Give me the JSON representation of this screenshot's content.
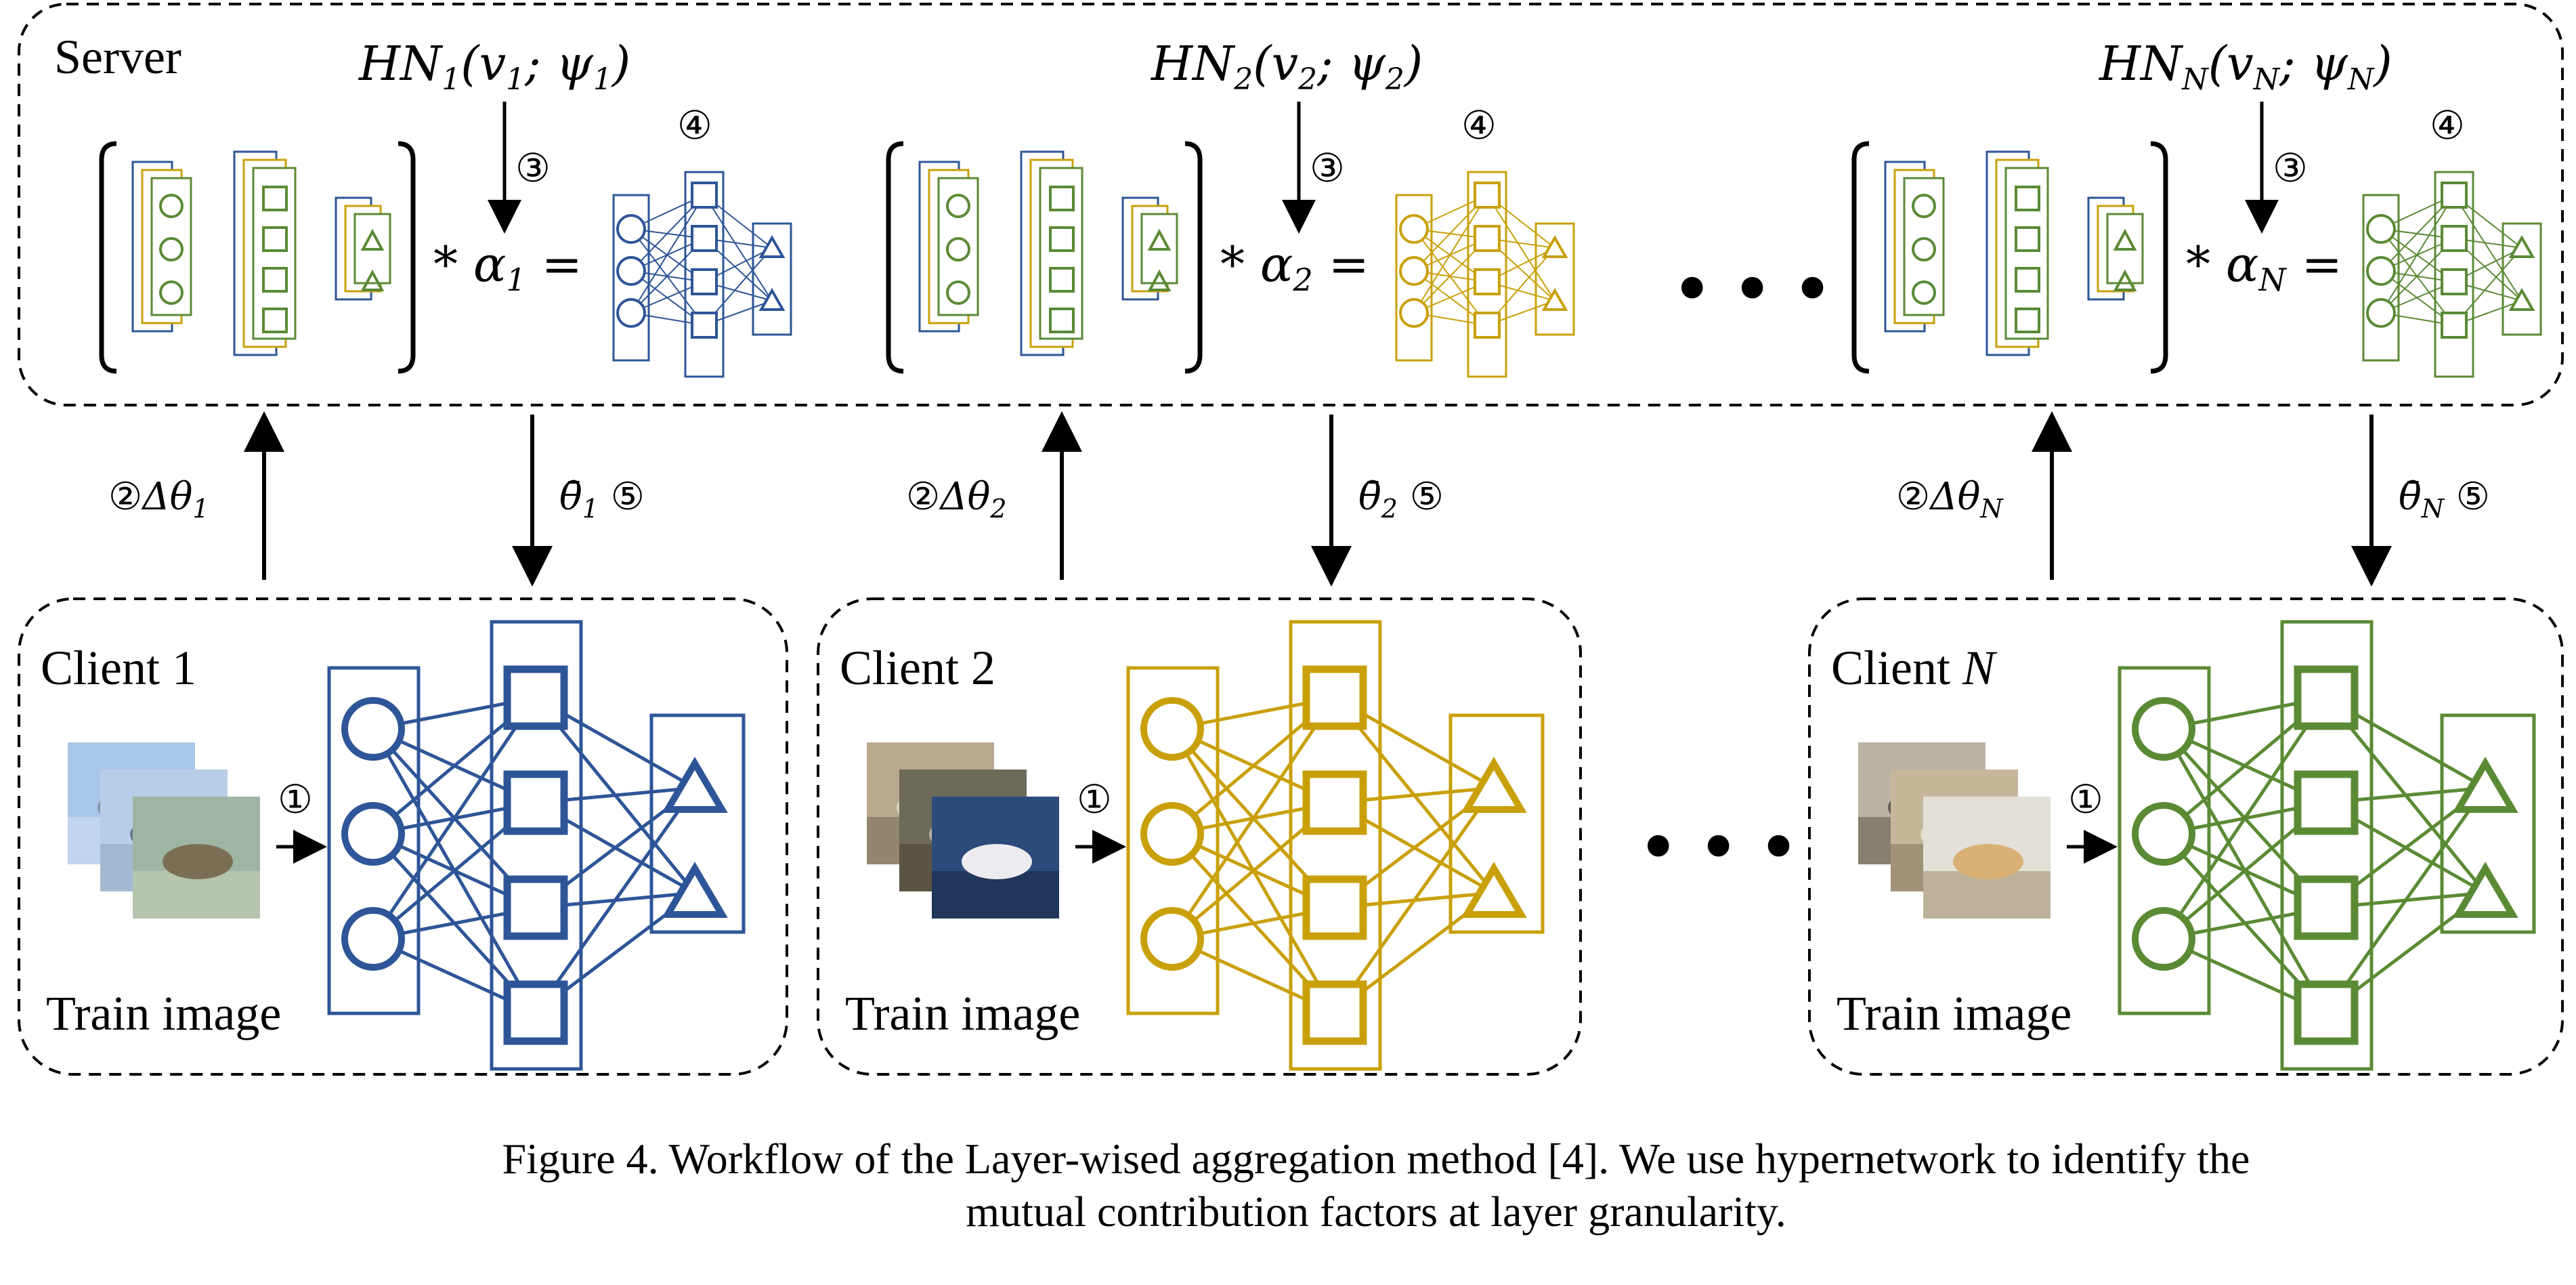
{
  "server": {
    "label": "Server"
  },
  "hypernetworks": [
    {
      "label": "HN",
      "sub": "1",
      "args": "(v",
      "arg_sub": "1",
      "psi": "; ψ",
      "psi_sub": "1",
      "close": ")",
      "alpha": "α",
      "alpha_sub": "1"
    },
    {
      "label": "HN",
      "sub": "2",
      "args": "(v",
      "arg_sub": "2",
      "psi": "; ψ",
      "psi_sub": "2",
      "close": ")",
      "alpha": "α",
      "alpha_sub": "2"
    },
    {
      "label": "HN",
      "sub": "N",
      "args": "(v",
      "arg_sub": "N",
      "psi": "; ψ",
      "psi_sub": "N",
      "close": ")",
      "alpha": "α",
      "alpha_sub": "N"
    }
  ],
  "operators": {
    "times": "*",
    "equals": "="
  },
  "steps": {
    "s1": "①",
    "s2": "②",
    "s3": "③",
    "s4": "④",
    "s5": "⑤"
  },
  "uploads": [
    {
      "delta": "Δθ",
      "sub": "1",
      "theta_bar": "θ̄",
      "bar_sub": "1"
    },
    {
      "delta": "Δθ",
      "sub": "2",
      "theta_bar": "θ̄",
      "bar_sub": "2"
    },
    {
      "delta": "Δθ",
      "sub": "N",
      "theta_bar": "θ̄",
      "bar_sub": "N"
    }
  ],
  "clients": [
    {
      "label": "Client 1",
      "image_label": "Train image",
      "color": "#2e5597"
    },
    {
      "label": "Client 2",
      "image_label": "Train image",
      "color": "#c9a00a"
    },
    {
      "label": "Client ",
      "label_var": "N",
      "image_label": "Train image",
      "color": "#5b8a35"
    }
  ],
  "ellipsis": "• • •",
  "caption": {
    "line1": "Figure 4. Workflow of the Layer-wised aggregation method [4]. We use hypernetwork to identify the",
    "line2": "mutual contribution factors at layer granularity."
  }
}
